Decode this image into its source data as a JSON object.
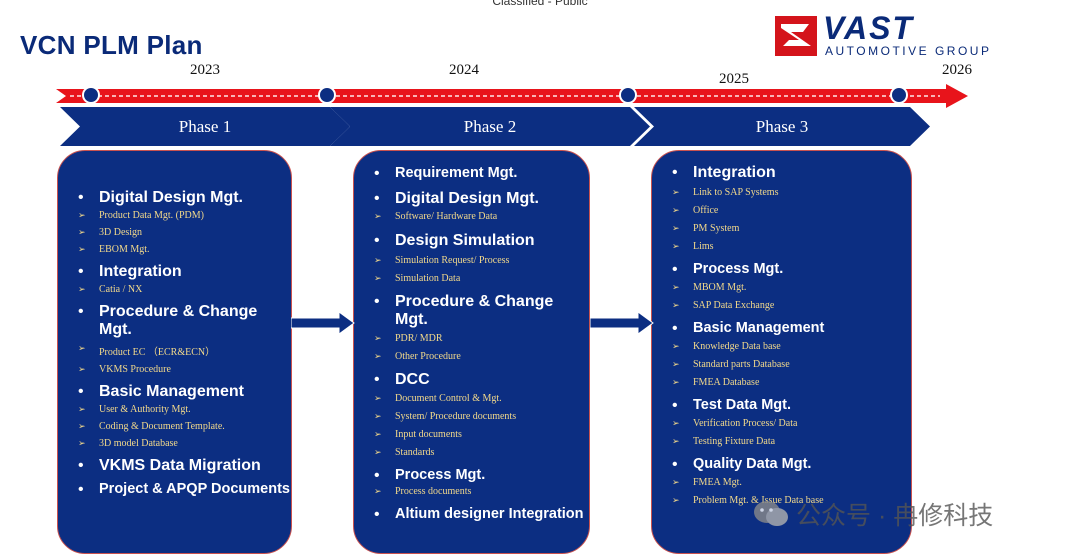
{
  "header": {
    "classification": "Classified - Public",
    "title": "VCN PLM Plan"
  },
  "logo": {
    "word": "VAST",
    "subtitle": "AUTOMOTIVE GROUP"
  },
  "timeline": {
    "years": [
      "2023",
      "2024",
      "2025",
      "2026"
    ]
  },
  "phases": [
    {
      "label": "Phase 1",
      "items": [
        {
          "title": "Digital Design Mgt.",
          "subs": [
            "Product Data Mgt. (PDM)",
            "3D Design",
            "EBOM Mgt."
          ]
        },
        {
          "title": "Integration",
          "subs": [
            "Catia / NX"
          ]
        },
        {
          "title": "Procedure & Change Mgt.",
          "subs": [
            "Product EC （ECR&ECN）",
            "VKMS Procedure"
          ]
        },
        {
          "title": "Basic Management",
          "subs": [
            "User & Authority Mgt.",
            "Coding & Document Template.",
            "3D model Database"
          ]
        },
        {
          "title": "VKMS Data Migration",
          "subs": []
        },
        {
          "title": "Project & APQP Documents",
          "subs": []
        }
      ]
    },
    {
      "label": "Phase 2",
      "items": [
        {
          "title": "Requirement Mgt.",
          "subs": []
        },
        {
          "title": "Digital Design Mgt.",
          "subs": [
            "Software/ Hardware Data"
          ]
        },
        {
          "title": "Design Simulation",
          "subs": [
            "Simulation Request/ Process",
            "Simulation Data"
          ]
        },
        {
          "title": "Procedure & Change Mgt.",
          "subs": [
            "PDR/ MDR",
            "Other Procedure"
          ]
        },
        {
          "title": "DCC",
          "subs": [
            "Document Control & Mgt.",
            "System/ Procedure documents",
            "Input documents",
            "Standards"
          ]
        },
        {
          "title": "Process Mgt.",
          "subs": [
            "Process documents"
          ]
        },
        {
          "title": "Altium designer Integration",
          "subs": []
        }
      ]
    },
    {
      "label": "Phase 3",
      "items": [
        {
          "title": "Integration",
          "subs": [
            "Link to SAP Systems",
            "Office",
            "PM System",
            "Lims"
          ]
        },
        {
          "title": "Process Mgt.",
          "subs": [
            "MBOM Mgt.",
            "SAP Data Exchange"
          ]
        },
        {
          "title": "Basic Management",
          "subs": [
            "Knowledge Data base",
            "Standard parts Database",
            "FMEA Database"
          ]
        },
        {
          "title": "Test Data Mgt.",
          "subs": [
            "Verification Process/ Data",
            "Testing Fixture Data"
          ]
        },
        {
          "title": "Quality Data Mgt.",
          "subs": [
            "FMEA Mgt.",
            "Problem Mgt. & Issue Data base"
          ]
        }
      ]
    }
  ],
  "watermark": {
    "text": "公众号 · 冉修科技"
  },
  "colors": {
    "navy": "#0c2e82",
    "red": "#e8141b",
    "gold": "#f2d98b"
  }
}
